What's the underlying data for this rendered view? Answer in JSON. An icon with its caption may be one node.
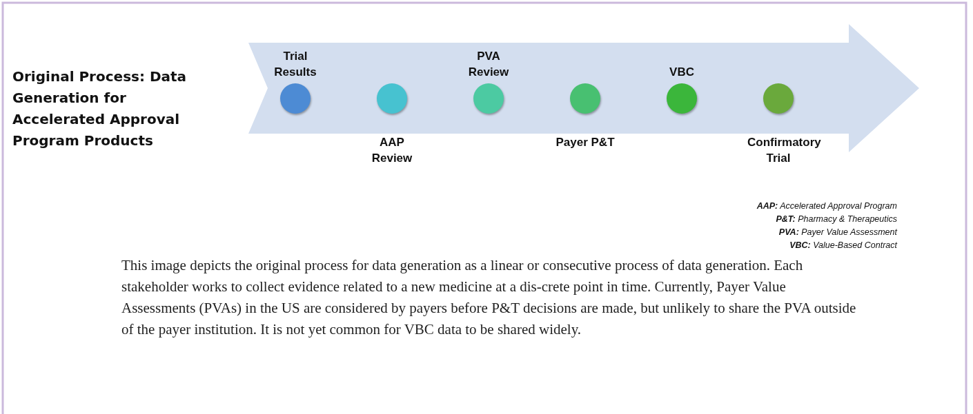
{
  "diagram": {
    "title": "Original Process: Data Generation for Accelerated Approval Program Products",
    "nodes": [
      {
        "text": [],
        "shape": "arrow"
      },
      {
        "text": [],
        "shape": "circle",
        "in": 0,
        "beside": [
          "Trial Results"
        ]
      },
      {
        "text": [],
        "shape": "circle",
        "in": 0,
        "beside": [
          "AAP Review"
        ]
      },
      {
        "text": [],
        "shape": "circle",
        "in": 0,
        "beside": [
          "PVA Review"
        ]
      },
      {
        "text": [],
        "shape": "circle",
        "in": 0,
        "beside": [
          "Payer P&T"
        ]
      },
      {
        "text": [],
        "shape": "circle",
        "in": 0,
        "beside": [
          "VBC"
        ]
      },
      {
        "text": [],
        "shape": "circle",
        "in": 0,
        "beside": [
          "Confirmatory Trial"
        ]
      }
    ],
    "edges": [],
    "labels": [
      "**AAP:** Accelerated Approval Program",
      "**P&T:** Pharmacy & Therapeutics",
      "**PVA:** Payer Value Assessment",
      "**VBC:** Value-Based Contract"
    ],
    "caption": "This image depicts the original process for data generation as a linear or consecutive process of data generation. Each stakeholder works to collect evidence related to a new medicine at a dis-crete point in time. Currently, Payer Value Assessments (PVAs) in the US are considered by payers before P&T decisions are made, but unlikely to share the PVA outside of the payer institution. It is not yet common for VBC data to be shared widely."
  }
}
